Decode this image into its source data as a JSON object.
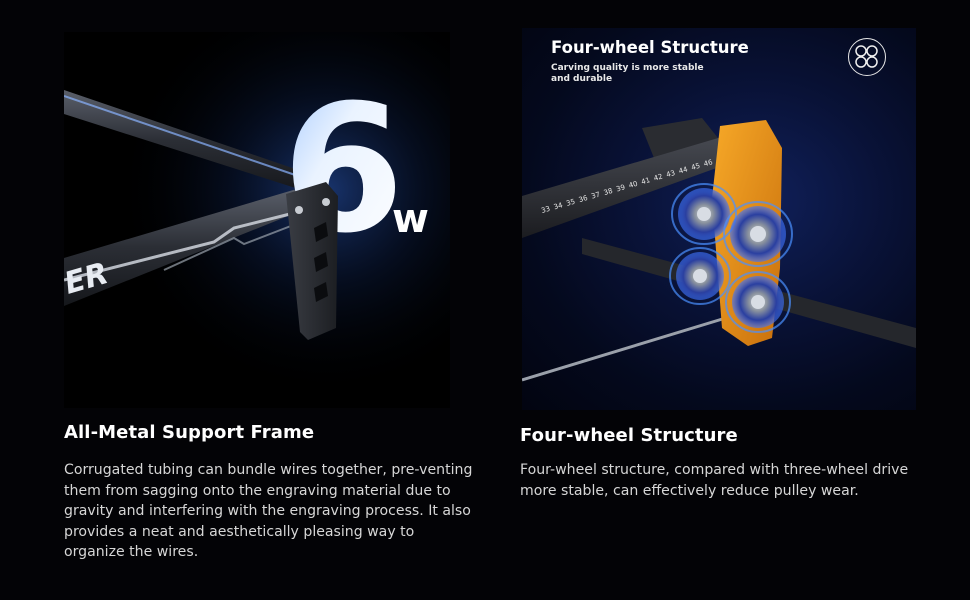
{
  "left_feature": {
    "power_number": "6",
    "power_unit": "w",
    "frame_logo_text": "ER",
    "heading": "All-Metal Support Frame",
    "description": "Corrugated tubing can bundle wires together, pre-venting them from sagging onto the engraving material due to gravity and interfering with the engraving process. It also provides a neat and aesthetically pleasing way to organize the wires."
  },
  "right_feature": {
    "inset_title": "Four-wheel Structure",
    "inset_subtitle": "Carving quality is more stable and durable",
    "badge_icon": "four-wheel-icon",
    "ruler_numbers": [
      "33",
      "34",
      "35",
      "36",
      "37",
      "38",
      "39",
      "40",
      "41",
      "42",
      "43",
      "44",
      "45",
      "46"
    ],
    "heading": "Four-wheel Structure",
    "description": "Four-wheel structure, compared with three-wheel drive more stable, can effectively reduce pulley wear."
  },
  "colors": {
    "background": "#030306",
    "accent_blue": "#4a90ff",
    "bracket_orange": "#e8901a"
  }
}
